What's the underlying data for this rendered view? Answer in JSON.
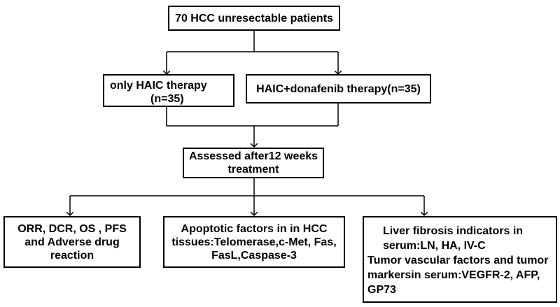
{
  "nodes": {
    "patients": {
      "lines": [
        "70 HCC unresectable patients"
      ]
    },
    "haic_only": {
      "lines": [
        "only HAIC therapy",
        "(n=35)"
      ]
    },
    "haic_donafenib": {
      "lines": [
        "HAIC+donafenib therapy(n=35)"
      ]
    },
    "assessed": {
      "lines": [
        "Assessed after12 weeks",
        "treatment"
      ]
    },
    "outcomes": {
      "lines": [
        "ORR, DCR, OS , PFS",
        "and Adverse drug",
        "reaction"
      ]
    },
    "apoptotic": {
      "lines": [
        "Apoptotic factors in in HCC",
        "tissues:Telomerase,c-Met, Fas,",
        "FasL,Caspase-3"
      ]
    },
    "liver": {
      "lines": [
        "Liver fibrosis indicators in",
        "serum:LN, HA, IV-C",
        "Tumor vascular factors and tumor",
        "markersin serum:VEGFR-2, AFP,",
        "GP73"
      ]
    }
  }
}
